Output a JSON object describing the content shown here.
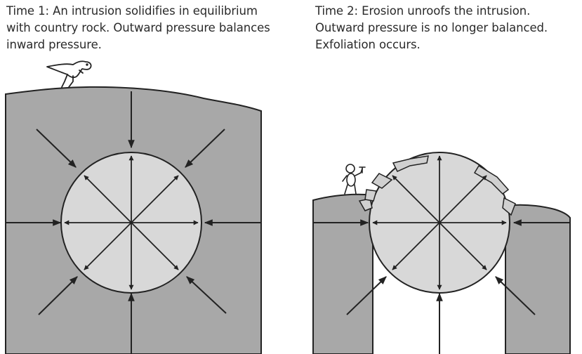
{
  "panel_left": {
    "caption_lines": [
      "Time 1:  An intrusion solidifies in equilibrium",
      "with country rock. Outward pressure balances",
      "inward pressure."
    ]
  },
  "panel_right": {
    "caption_lines": [
      "Time 2:  Erosion unroofs the intrusion.",
      "Outward pressure is no longer balanced.",
      "Exfoliation occurs."
    ]
  },
  "colors": {
    "country_rock": "#a8a8a8",
    "intrusion": "#d8d8d8",
    "exfoliation_sheets": "#d0d0d0",
    "line": "#222222"
  },
  "icons": [
    "dinosaur-icon",
    "geologist-with-hammer-icon"
  ]
}
